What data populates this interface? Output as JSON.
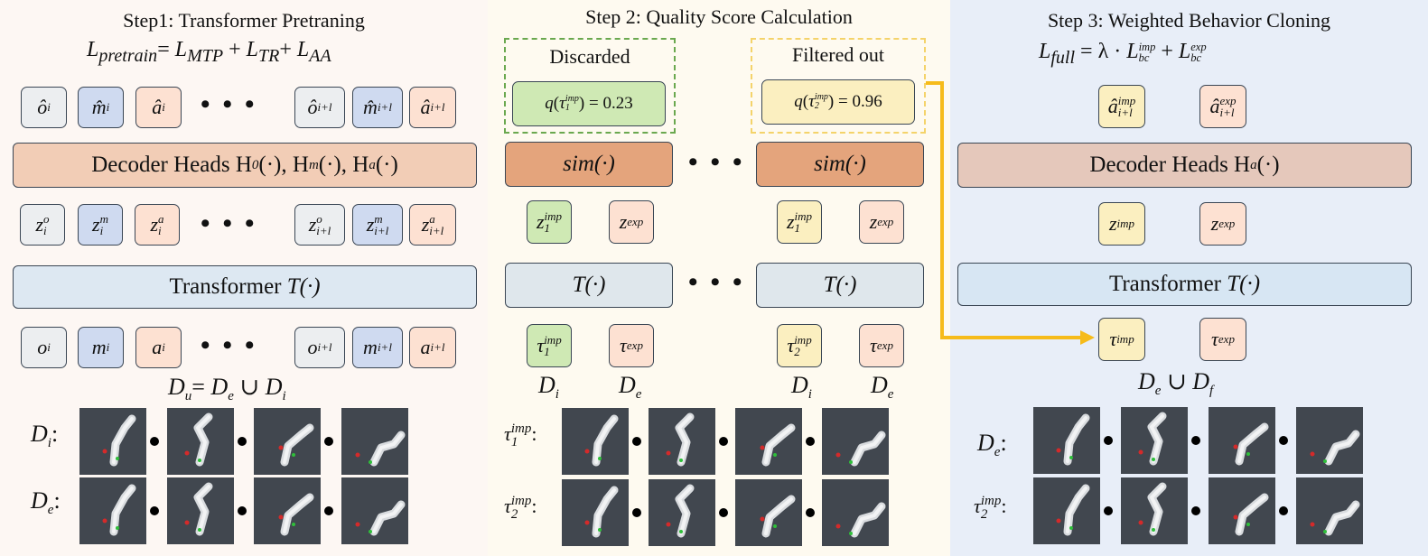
{
  "step1": {
    "title": "Step1: Transformer Pretraning",
    "formula": {
      "main": "L",
      "main_sub": "pretrain",
      "eq": "= ",
      "t1": "L",
      "t1_sub": "MTP",
      "plus1": " + ",
      "t2": "L",
      "t2_sub": "TR",
      "plus2": "+ ",
      "t3": "L",
      "t3_sub": "AA"
    },
    "pred_tokens": [
      {
        "base": "ô",
        "sub": "i"
      },
      {
        "base": "m̂",
        "sub": "i"
      },
      {
        "base": "â",
        "sub": "i"
      },
      {
        "base": "ô",
        "sub": "i+l"
      },
      {
        "base": "m̂",
        "sub": "i+l"
      },
      {
        "base": "â",
        "sub": "i+l"
      }
    ],
    "decoder_label": "Decoder Heads H",
    "decoder_parts": {
      "h0_sub": "0",
      "args1": "(·), H",
      "hm_sub": "m",
      "args2": "(·), H",
      "ha_sub": "a",
      "args3": "(·)"
    },
    "latent_tokens": [
      {
        "base": "z",
        "sup": "o",
        "sub": "i"
      },
      {
        "base": "z",
        "sup": "m",
        "sub": "i"
      },
      {
        "base": "z",
        "sup": "a",
        "sub": "i"
      },
      {
        "base": "z",
        "sup": "o",
        "sub": "i+l"
      },
      {
        "base": "z",
        "sup": "m",
        "sub": "i+l"
      },
      {
        "base": "z",
        "sup": "a",
        "sub": "i+l"
      }
    ],
    "transformer_label": "Transformer ",
    "transformer_fn": "T(·)",
    "input_tokens": [
      {
        "base": "o",
        "sub": "i"
      },
      {
        "base": "m",
        "sub": "i"
      },
      {
        "base": "a",
        "sub": "i"
      },
      {
        "base": "o",
        "sub": "i+l"
      },
      {
        "base": "m",
        "sub": "i+l"
      },
      {
        "base": "a",
        "sub": "i+l"
      }
    ],
    "dataset": {
      "lhs": "D",
      "lhs_sub": "u",
      "eq": "= ",
      "d1": "D",
      "d1_sub": "e",
      "union": " ∪ ",
      "d2": "D",
      "d2_sub": "i"
    },
    "row_labels": [
      {
        "base": "D",
        "sub": "i",
        "colon": ":"
      },
      {
        "base": "D",
        "sub": "e",
        "colon": ":"
      }
    ]
  },
  "step2": {
    "title": "Step 2: Quality Score Calculation",
    "discarded_label": "Discarded",
    "filtered_label": "Filtered out",
    "score1": {
      "q": "q",
      "tau_sup": "imp",
      "tau_sub": "1",
      "value": "= 0.23"
    },
    "score2": {
      "q": "q",
      "tau_sup": "imp",
      "tau_sub": "2",
      "value": "= 0.96"
    },
    "sim_label": "sim(·)",
    "latent_imp": {
      "base": "z",
      "sup": "imp",
      "sub": "1"
    },
    "latent_exp": {
      "base": "z",
      "sup": "exp"
    },
    "transformer_fn": "T(·)",
    "traj_imp1": {
      "base": "τ",
      "sup": "imp",
      "sub": "1"
    },
    "traj_imp2": {
      "base": "τ",
      "sup": "imp",
      "sub": "2"
    },
    "traj_exp": {
      "base": "τ",
      "sup": "exp"
    },
    "ds_i": {
      "base": "D",
      "sub": "i"
    },
    "ds_e": {
      "base": "D",
      "sub": "e"
    },
    "row_labels": [
      {
        "base": "τ",
        "sup": "imp",
        "sub": "1",
        "colon": ":"
      },
      {
        "base": "τ",
        "sup": "imp",
        "sub": "2",
        "colon": ":"
      }
    ]
  },
  "step3": {
    "title": "Step 3: Weighted Behavior Cloning",
    "formula": {
      "lhs": "L",
      "lhs_sub": "full",
      "eq": " = λ · ",
      "t1": "L",
      "t1_sup": "imp",
      "t1_sub": "bc",
      "plus": " + ",
      "t2": "L",
      "t2_sup": "exp",
      "t2_sub": "bc"
    },
    "pred_imp": {
      "base": "â",
      "sup": "imp",
      "sub": "i+l"
    },
    "pred_exp": {
      "base": "â",
      "sup": "exp",
      "sub": "i+l"
    },
    "decoder_label": "Decoder Heads H",
    "decoder_sub": "a",
    "decoder_args": "(·)",
    "latent_imp": {
      "base": "z",
      "sup": "imp"
    },
    "latent_exp": {
      "base": "z",
      "sup": "exp"
    },
    "transformer_label": "Transformer ",
    "transformer_fn": "T(·)",
    "traj_imp": {
      "base": "τ",
      "sup": "imp"
    },
    "traj_exp": {
      "base": "τ",
      "sup": "exp"
    },
    "dataset": {
      "d1": "D",
      "d1_sub": "e",
      "union": " ∪ ",
      "d2": "D",
      "d2_sub": "f"
    },
    "row_labels": [
      {
        "base": "D",
        "sub": "e",
        "colon": ":"
      },
      {
        "base": "τ",
        "sup": "imp",
        "sub": "2",
        "colon": ":"
      }
    ]
  },
  "colors": {
    "panel1_bg": "#fdf7f3",
    "panel2_bg": "#fefaf0",
    "panel3_bg": "#e8eef8",
    "decoder1": "#f2cdb6",
    "transformer": "#dde8f2",
    "sim": "#e4a47c",
    "transformer2": "#dfe7ec",
    "decoder3": "#e5c8bb",
    "transformer3": "#d7e6f3",
    "green_dash": "#6aa84f",
    "yellow_dash": "#f4d36a",
    "arrow": "#f6bb1a"
  }
}
